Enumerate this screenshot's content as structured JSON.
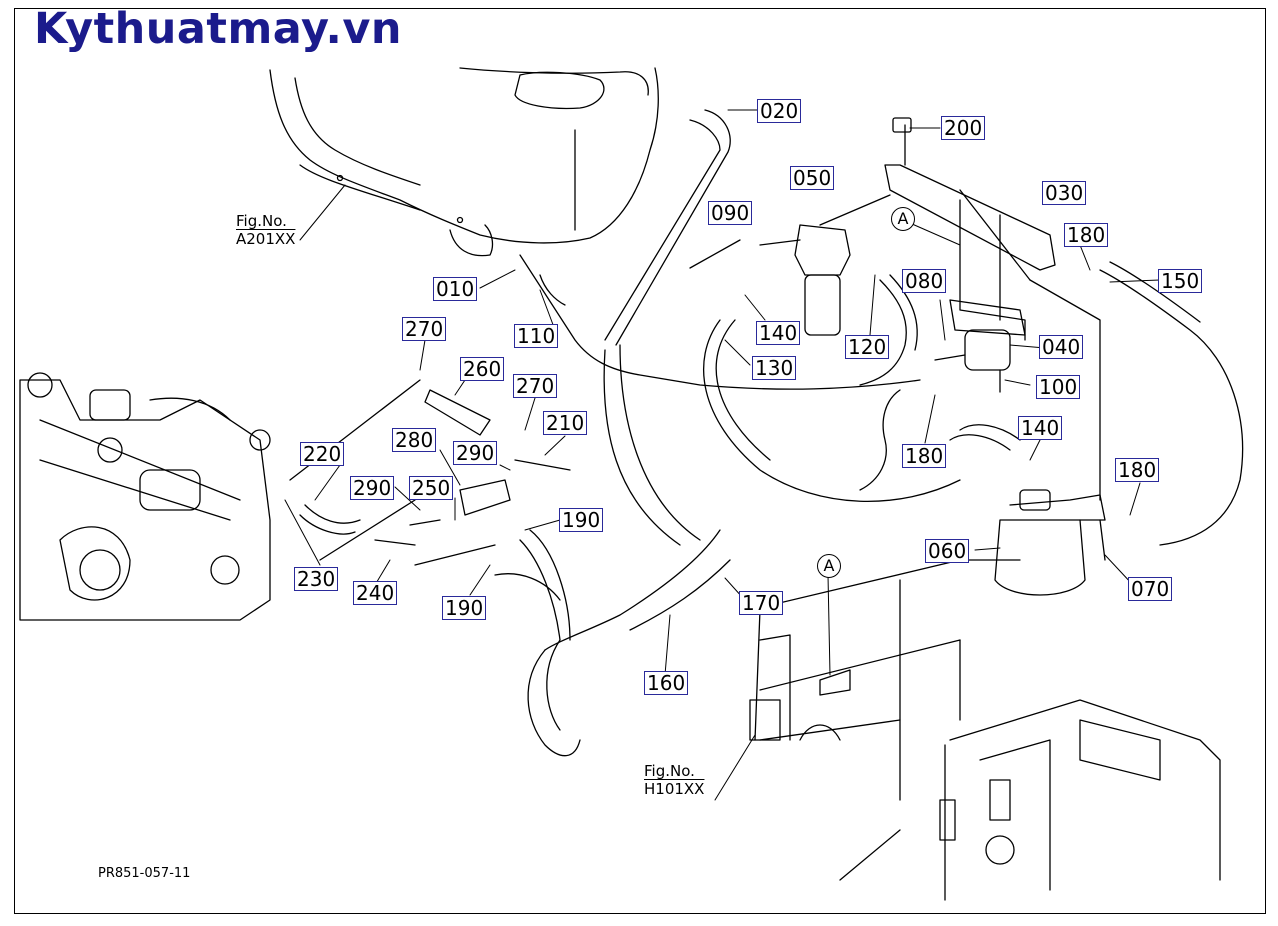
{
  "brand": {
    "text": "Kythuatmay.vn",
    "color": "#1b1b8c"
  },
  "drawing_code": "PR851-057-11",
  "references": [
    {
      "line1": "Fig.No.",
      "line2": "A201XX"
    },
    {
      "line1": "Fig.No.",
      "line2": "H101XX"
    }
  ],
  "view_marker": "A",
  "part_labels": [
    "020",
    "200",
    "050",
    "030",
    "090",
    "180",
    "150",
    "010",
    "110",
    "140",
    "120",
    "080",
    "040",
    "130",
    "100",
    "270",
    "260",
    "270",
    "210",
    "280",
    "290",
    "220",
    "180",
    "140",
    "290",
    "250",
    "190",
    "180",
    "060",
    "230",
    "240",
    "190",
    "170",
    "070",
    "160"
  ],
  "colors": {
    "label_border": "#2a2a9a",
    "line": "#000000"
  }
}
